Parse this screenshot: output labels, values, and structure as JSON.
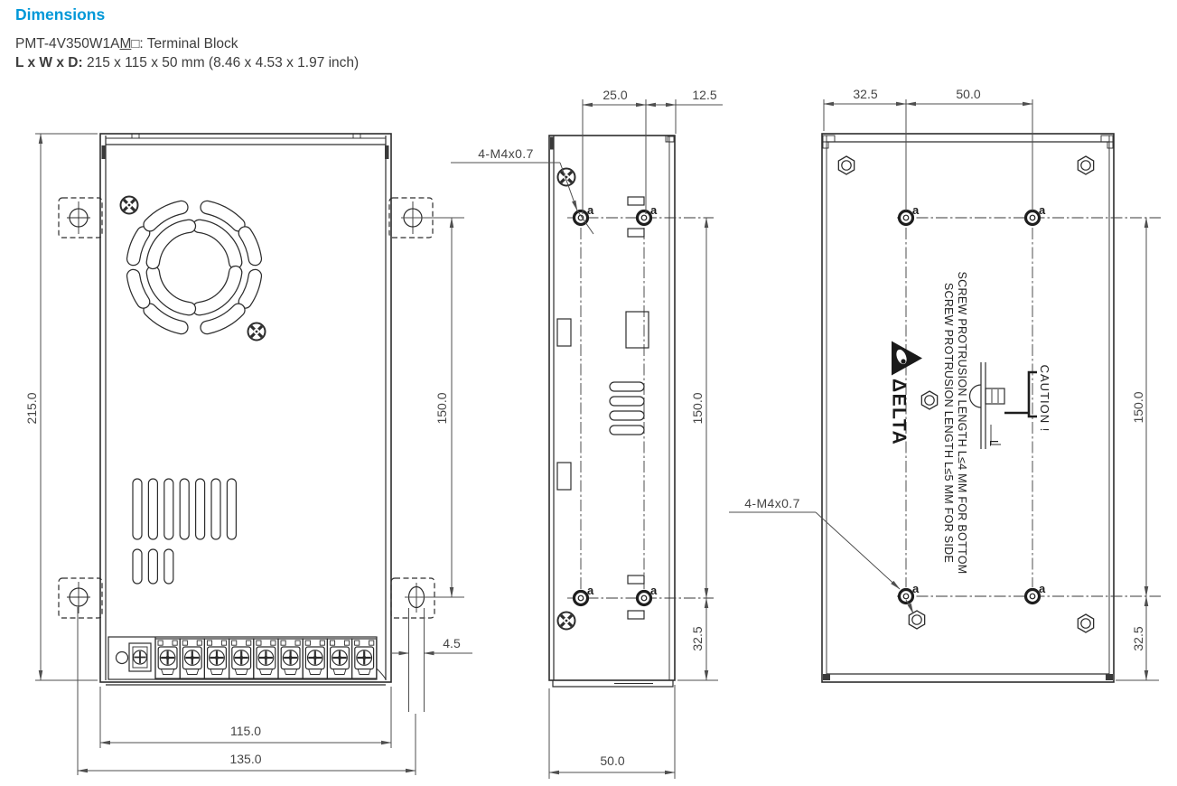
{
  "header": {
    "title": "Dimensions",
    "model": {
      "prefix": "PMT-4V350W1A",
      "underlined": "M",
      "box": "□",
      "suffix": ": Terminal Block"
    },
    "size": {
      "label": "L x W x D:",
      "value": " 215 x 115 x 50 mm (8.46 x 4.53 x 1.97 inch)"
    }
  },
  "dims": {
    "front_height": "215.0",
    "front_mount_pitch": "150.0",
    "front_width": "115.0",
    "front_mount_width": "135.0",
    "front_slot_offset": "4.5",
    "side_hole_inset": "25.0",
    "side_hole_edge": "12.5",
    "side_hole_pitch": "150.0",
    "side_hole_bottom": "32.5",
    "side_depth": "50.0",
    "back_edge_offset": "32.5",
    "back_hole_pitch": "50.0",
    "back_hole_pitch_v": "150.0",
    "back_hole_bottom": "32.5"
  },
  "labels": {
    "thread": "4-M4x0.7",
    "hole": "a",
    "screw_length": "L"
  },
  "branding": {
    "logo": "ΔELTA"
  },
  "caution": {
    "title": "CAUTION !",
    "line1": "SCREW PROTRUSION LENGTH  L≤4 MM FOR BOTTOM",
    "line2": "SCREW PROTRUSION LENGTH  L≤5 MM FOR SIDE"
  }
}
